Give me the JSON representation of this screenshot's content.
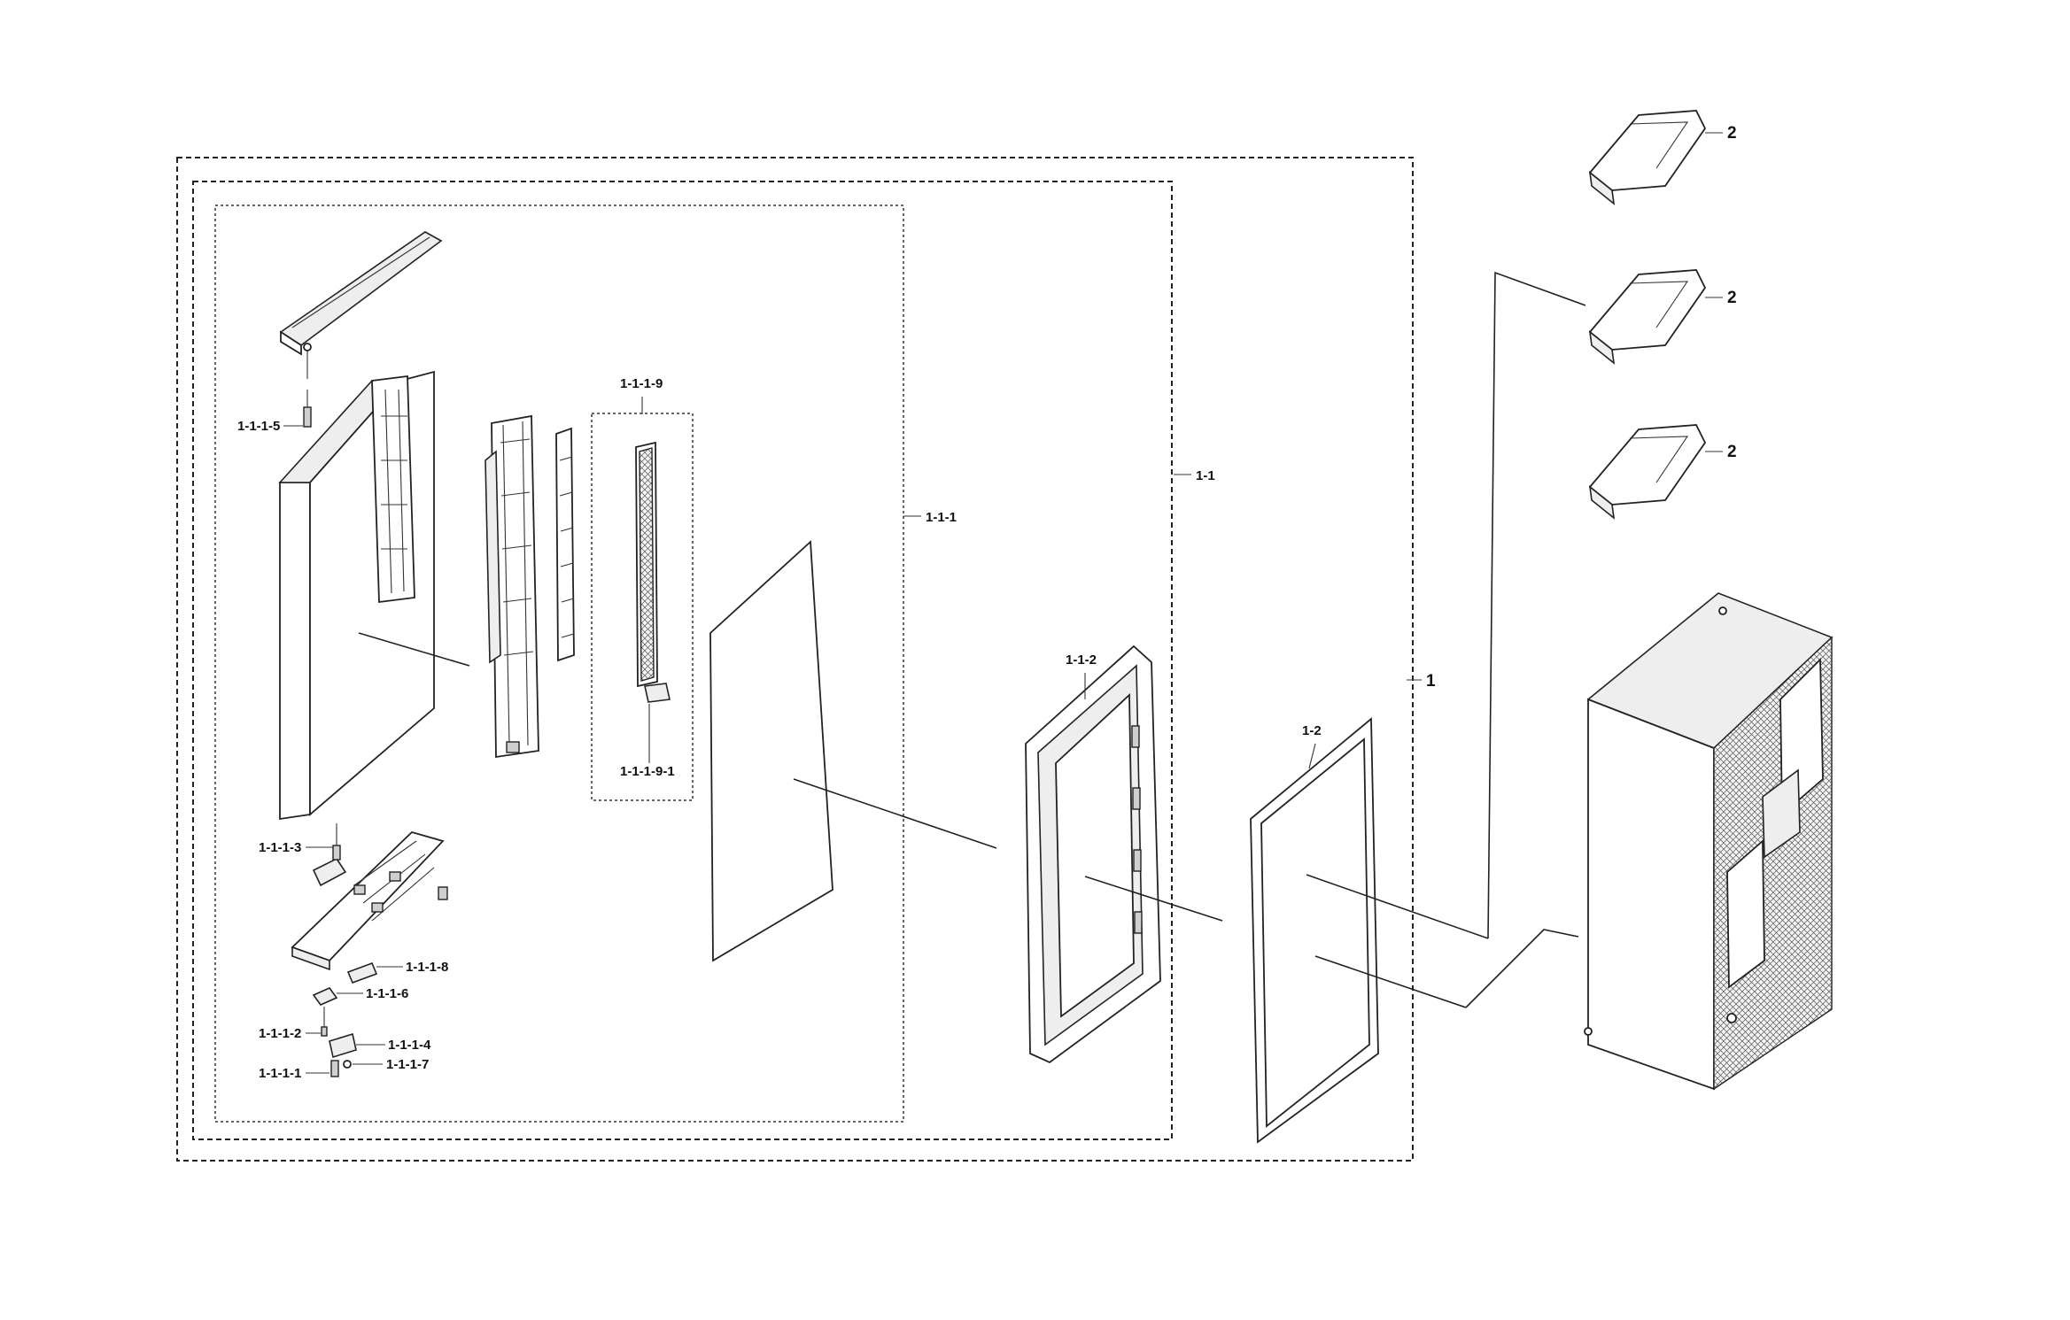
{
  "labels": {
    "l_1": "1",
    "l_1_1": "1-1",
    "l_1_1_1": "1-1-1",
    "l_1_1_2": "1-1-2",
    "l_1_2": "1-2",
    "l_2a": "2",
    "l_2b": "2",
    "l_2c": "2",
    "l_1_1_1_1": "1-1-1-1",
    "l_1_1_1_2": "1-1-1-2",
    "l_1_1_1_3": "1-1-1-3",
    "l_1_1_1_4": "1-1-1-4",
    "l_1_1_1_5": "1-1-1-5",
    "l_1_1_1_6": "1-1-1-6",
    "l_1_1_1_7": "1-1-1-7",
    "l_1_1_1_8": "1-1-1-8",
    "l_1_1_1_9": "1-1-1-9",
    "l_1_1_1_9_1": "1-1-1-9-1"
  }
}
